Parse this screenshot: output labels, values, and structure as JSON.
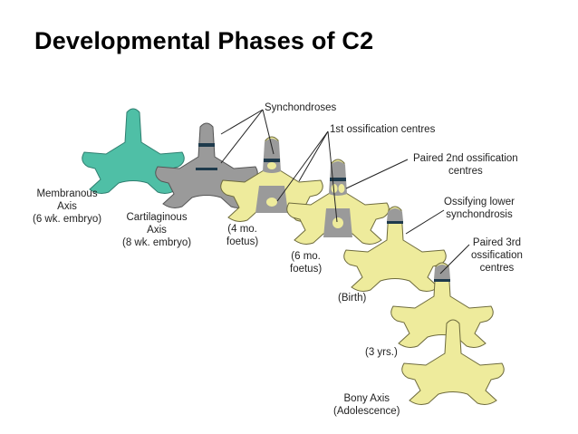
{
  "title": "Developmental Phases of C2",
  "colors": {
    "membranous": "#4fbfa6",
    "cartilage": "#9a9a9a",
    "bone": "#eeeb9c",
    "synchondrosis": "#1e3a4c"
  },
  "stages": [
    {
      "id": "membranous",
      "label": [
        "Membranous",
        "Axis",
        "(6 wk. embryo)"
      ]
    },
    {
      "id": "cartilaginous",
      "label": [
        "Cartilaginous",
        "Axis",
        "(8 wk. embryo)"
      ]
    },
    {
      "id": "4mo",
      "label": [
        "(4 mo.",
        "foetus)"
      ]
    },
    {
      "id": "6mo",
      "label": [
        "(6 mo.",
        "foetus)"
      ]
    },
    {
      "id": "birth",
      "label": [
        "(Birth)"
      ]
    },
    {
      "id": "3yrs",
      "label": [
        "(3 yrs.)"
      ]
    },
    {
      "id": "bony",
      "label": [
        "Bony Axis",
        "(Adolescence)"
      ]
    }
  ],
  "annotations": [
    {
      "id": "synchondroses",
      "label": [
        "Synchondroses"
      ]
    },
    {
      "id": "first-ossification",
      "label": [
        "1st ossification centres"
      ]
    },
    {
      "id": "paired-2nd",
      "label": [
        "Paired 2nd ossification",
        "centres"
      ]
    },
    {
      "id": "ossifying-lower",
      "label": [
        "Ossifying lower",
        "synchondrosis"
      ]
    },
    {
      "id": "paired-3rd",
      "label": [
        "Paired 3rd",
        "ossification",
        "centres"
      ]
    }
  ]
}
